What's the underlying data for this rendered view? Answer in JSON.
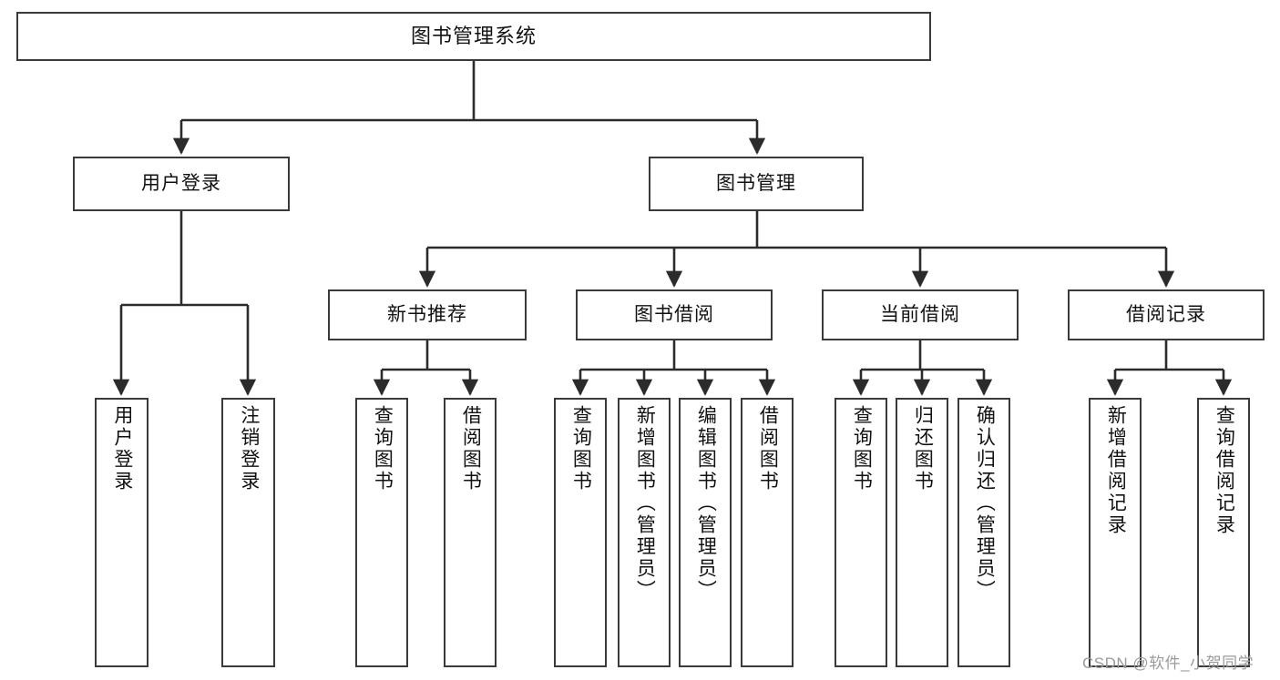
{
  "diagram": {
    "type": "tree-hierarchy",
    "title": "图书管理系统",
    "orientation": "top-down",
    "colors": {
      "box_border": "#3a3a3a",
      "box_fill": "#ffffff",
      "edge": "#2b2b2b",
      "text": "#111111",
      "watermark": "#9a9a9a"
    },
    "levels": 4,
    "nodes": {
      "root": {
        "label": "图书管理系统",
        "level": 0
      },
      "level1": [
        {
          "id": "user-login",
          "label": "用户登录",
          "level": 1
        },
        {
          "id": "book-manage",
          "label": "图书管理",
          "level": 1
        }
      ],
      "level2": [
        {
          "id": "new-book-recommend",
          "label": "新书推荐",
          "level": 2,
          "parent": "book-manage"
        },
        {
          "id": "book-borrow",
          "label": "图书借阅",
          "level": 2,
          "parent": "book-manage"
        },
        {
          "id": "current-borrow",
          "label": "当前借阅",
          "level": 2,
          "parent": "book-manage"
        },
        {
          "id": "borrow-record",
          "label": "借阅记录",
          "level": 2,
          "parent": "book-manage"
        }
      ],
      "leaves": [
        {
          "id": "leaf-user-login",
          "label": "用户登录",
          "parent": "user-login"
        },
        {
          "id": "leaf-user-logout",
          "label": "注销登录",
          "parent": "user-login"
        },
        {
          "id": "leaf-query-book-1",
          "label": "查询图书",
          "parent": "new-book-recommend"
        },
        {
          "id": "leaf-borrow-book-1",
          "label": "借阅图书",
          "parent": "new-book-recommend"
        },
        {
          "id": "leaf-query-book-2",
          "label": "查询图书",
          "parent": "book-borrow"
        },
        {
          "id": "leaf-add-book",
          "label": "新增图书（管理员）",
          "parent": "book-borrow"
        },
        {
          "id": "leaf-edit-book",
          "label": "编辑图书（管理员）",
          "parent": "book-borrow"
        },
        {
          "id": "leaf-borrow-book-2",
          "label": "借阅图书",
          "parent": "book-borrow"
        },
        {
          "id": "leaf-query-book-3",
          "label": "查询图书",
          "parent": "current-borrow"
        },
        {
          "id": "leaf-return-book",
          "label": "归还图书",
          "parent": "current-borrow"
        },
        {
          "id": "leaf-confirm-return",
          "label": "确认归还（管理员）",
          "parent": "current-borrow"
        },
        {
          "id": "leaf-add-record",
          "label": "新增借阅记录",
          "parent": "borrow-record"
        },
        {
          "id": "leaf-query-record",
          "label": "查询借阅记录",
          "parent": "borrow-record"
        }
      ]
    }
  },
  "watermark": {
    "text": "CSDN @软件_小贺同学"
  }
}
